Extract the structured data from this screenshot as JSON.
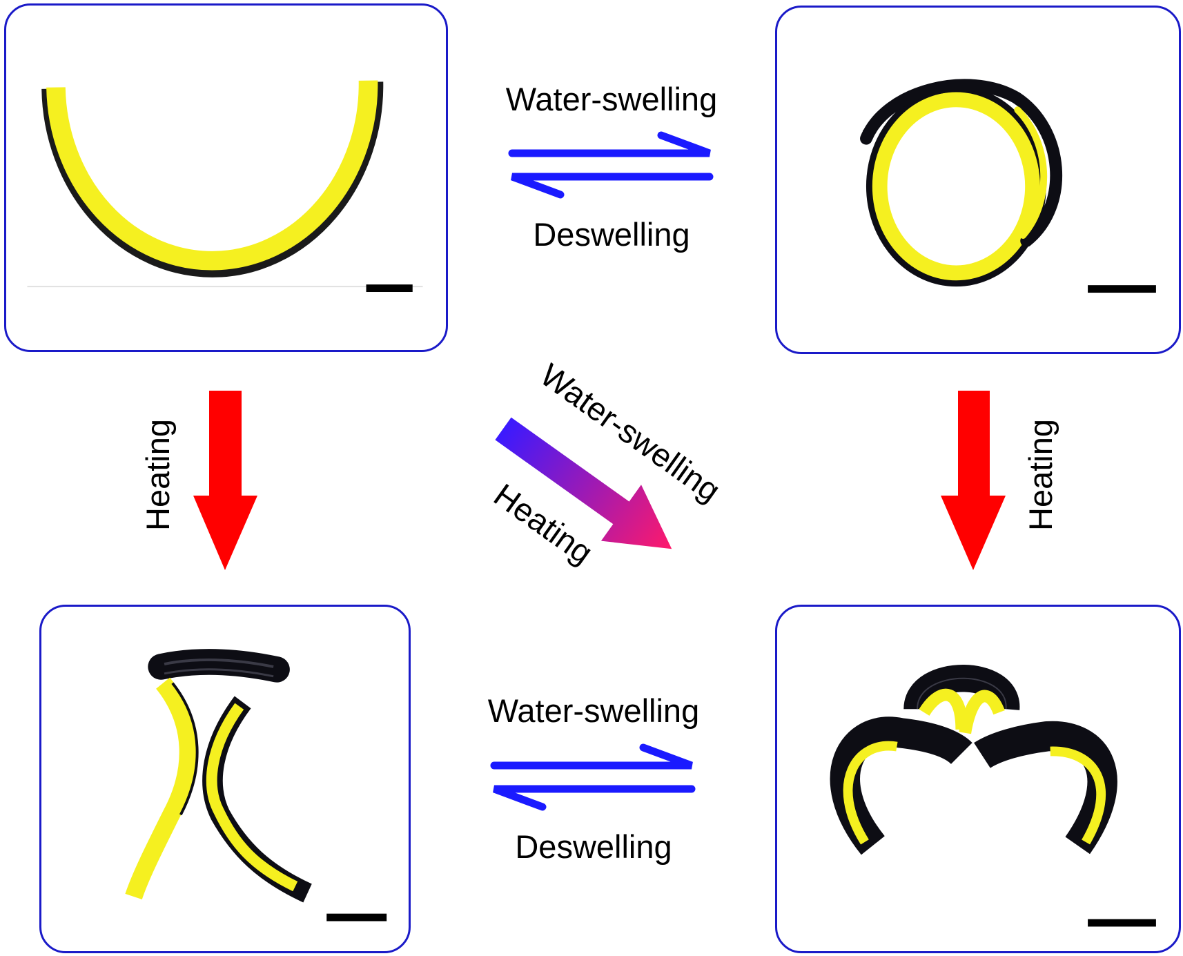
{
  "labels": {
    "top_forward": "Water-swelling",
    "top_reverse": "Deswelling",
    "bottom_forward": "Water-swelling",
    "bottom_reverse": "Deswelling",
    "left_vertical": "Heating",
    "right_vertical": "Heating",
    "diagonal_upper": "Water-swelling",
    "diagonal_lower": "Heating"
  },
  "colors": {
    "panel_border": "#1a1ac8",
    "equilibrium_arrow": "#1a1aff",
    "heating_arrow": "#ff0000",
    "diagonal_gradient_start": "#3a1aff",
    "diagonal_gradient_end": "#ff1a6a",
    "strip_yellow": "#f5f020",
    "strip_black": "#0d0d14",
    "scale_bar": "#000000"
  },
  "panels": [
    "semicircle-strip",
    "spiral-strip",
    "saddle-strip",
    "three-loop-strip"
  ]
}
